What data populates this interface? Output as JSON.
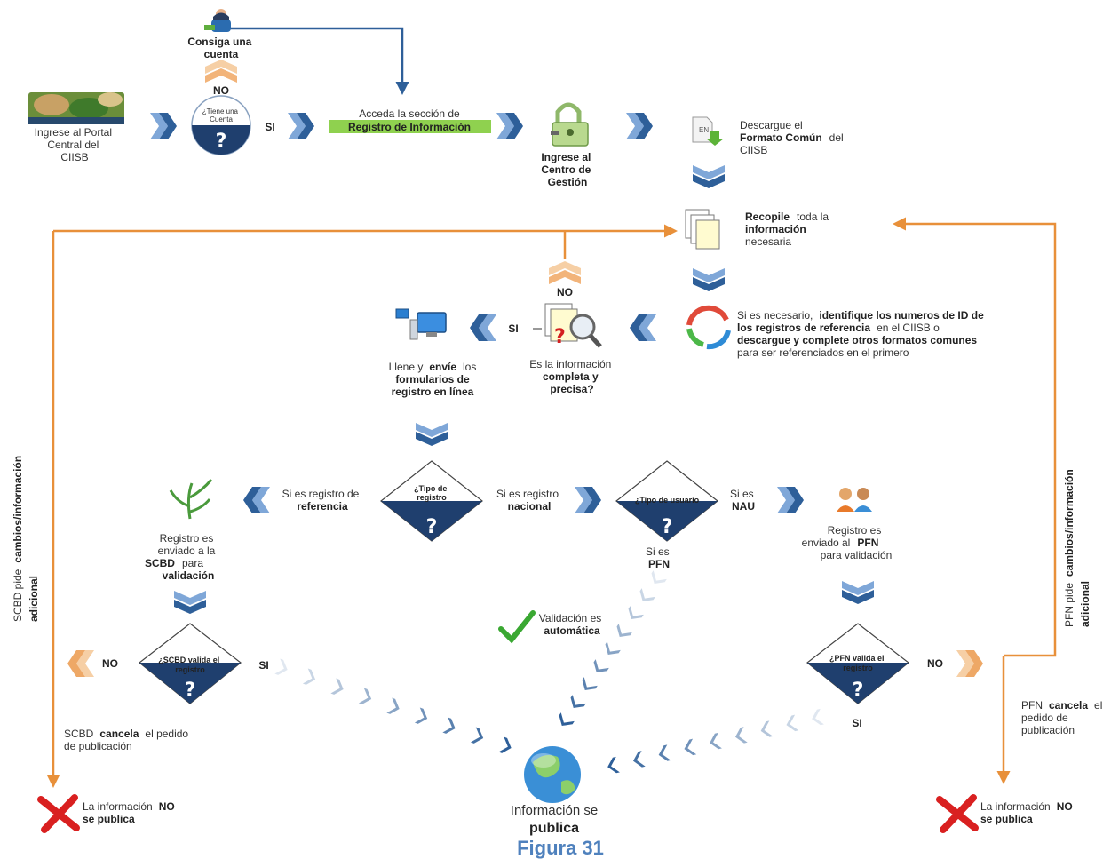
{
  "step_account": [
    "Consiga una",
    "cuenta"
  ],
  "decision_account": {
    "question": [
      "¿Tiene una",
      "Cuenta"
    ],
    "no": "NO",
    "yes": "SI"
  },
  "step_portal": [
    "Ingrese al Portal",
    "Central del",
    "CIISB"
  ],
  "step_section": {
    "line1": "Acceda la sección de",
    "line2": "Registro de  Información"
  },
  "step_management": [
    "Ingrese al",
    "Centro de",
    "Gestión"
  ],
  "step_download": {
    "normal1": "Descargue el",
    "bold": "Formato Común",
    "normal2": "del",
    "normal3": "CIISB",
    "icon_label": "EN"
  },
  "step_collect": {
    "bold1": "Recopile",
    "normal1": "toda la",
    "bold2": "información",
    "normal2": "necesaria"
  },
  "decision_complete": {
    "question": [
      "Es la información",
      "completa y",
      "precisa?"
    ],
    "no": "NO",
    "yes": "SI"
  },
  "step_identify": {
    "l1a": "Si es necesario,",
    "l1b": "identifique los numeros de ID de",
    "l2a": "los registros de referencia",
    "l2b": "en el CIISB o",
    "l3": "descargue y complete otros formatos comunes",
    "l4": "para ser referenciados en el primero"
  },
  "step_forms": {
    "l1a": "Llene y",
    "l1b": "envíe",
    "l1c": "los",
    "l2": "formularios de",
    "l3": "registro en línea"
  },
  "decision_type": {
    "question": [
      "¿Tipo de",
      "registro"
    ],
    "left": [
      "Si es registro de",
      "referencia"
    ],
    "right": [
      "Si es registro",
      "nacional"
    ]
  },
  "decision_user": {
    "question": "¿Tipo de usuario",
    "right": [
      "Si es",
      "NAU"
    ],
    "down": [
      "Si es",
      "PFN"
    ]
  },
  "step_scbd_sent": [
    "Registro es",
    "enviado a la",
    "SCBD",
    "para",
    "validación"
  ],
  "step_pfn_sent": [
    "Registro es",
    "enviado al",
    "PFN",
    "para validación"
  ],
  "auto_validation": [
    "Validación es",
    "automática"
  ],
  "decision_scbd": {
    "question": [
      "¿SCBD valida el",
      "registro"
    ],
    "no": "NO",
    "yes": "SI"
  },
  "decision_pfn": {
    "question": [
      "¿PFN valida el",
      "registro"
    ],
    "no": "NO",
    "yes": "SI"
  },
  "cancel_scbd": [
    "SCBD",
    "cancela",
    "el pedido",
    "de publicación"
  ],
  "cancel_pfn": [
    "PFN",
    "cancela",
    "el",
    "pedido de",
    "publicación"
  ],
  "side_left": [
    "SCBD pide",
    "cambios/información",
    "adicional"
  ],
  "side_right": [
    "PFN pide",
    "cambios/información",
    "adicional"
  ],
  "not_published_left": [
    "La información",
    "NO",
    "se publica"
  ],
  "not_published_right": [
    "La información",
    "NO",
    "se publica"
  ],
  "published": [
    "Información se",
    "publica"
  ],
  "question_mark": "?",
  "caption": "Figura 31",
  "colors": {
    "flow_blue": "#2e5f99",
    "chevron_blue": "#3a6fb0",
    "orange": "#e8903a",
    "green_highlight": "#8fd14f",
    "caption": "#4f81bd"
  }
}
